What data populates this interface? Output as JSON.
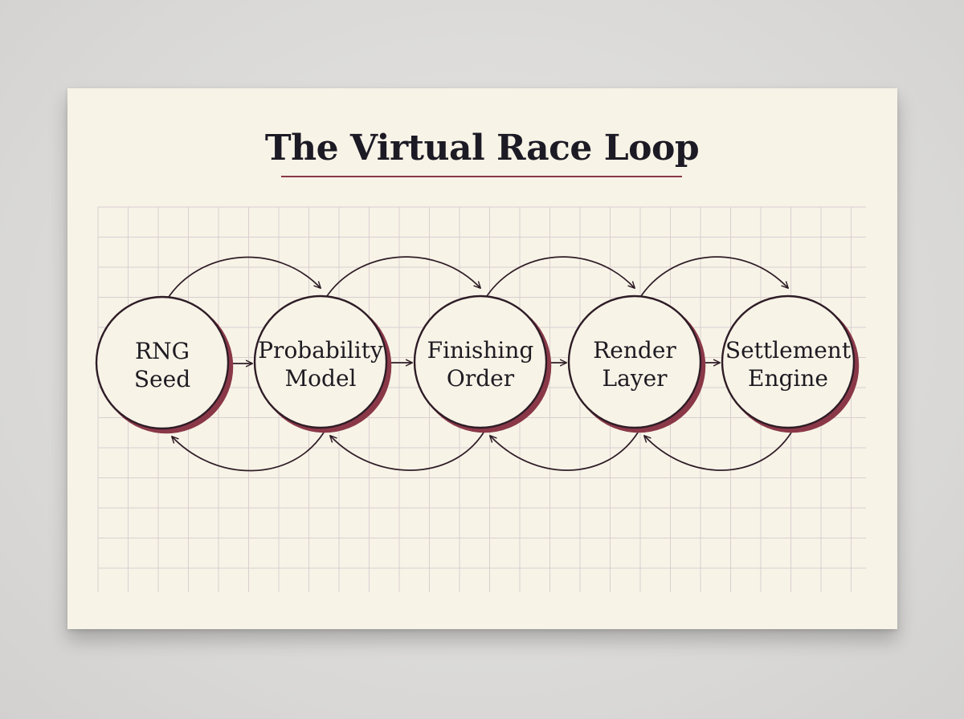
{
  "title": "The Virtual Race Loop",
  "colors": {
    "background": "#dddcdb",
    "card": "#f7f3e7",
    "grid": "#d9cfd0",
    "ink": "#2e1c26",
    "accent": "#8a3848",
    "text": "#1e1b22"
  },
  "nodes": [
    {
      "id": "rng",
      "lines": [
        "RNG",
        "Seed"
      ]
    },
    {
      "id": "probability",
      "lines": [
        "Probability",
        "Model"
      ]
    },
    {
      "id": "finishing",
      "lines": [
        "Finishing",
        "Order"
      ]
    },
    {
      "id": "render",
      "lines": [
        "Render",
        "Layer"
      ]
    },
    {
      "id": "settlement",
      "lines": [
        "Settlement",
        "Engine"
      ]
    }
  ],
  "edges": [
    {
      "from": "rng",
      "to": "probability",
      "type": "straight"
    },
    {
      "from": "probability",
      "to": "finishing",
      "type": "straight"
    },
    {
      "from": "finishing",
      "to": "render",
      "type": "straight"
    },
    {
      "from": "render",
      "to": "settlement",
      "type": "straight"
    },
    {
      "from": "rng",
      "to": "probability",
      "type": "arc-top"
    },
    {
      "from": "probability",
      "to": "finishing",
      "type": "arc-top"
    },
    {
      "from": "finishing",
      "to": "render",
      "type": "arc-top"
    },
    {
      "from": "render",
      "to": "settlement",
      "type": "arc-top"
    },
    {
      "from": "probability",
      "to": "rng",
      "type": "arc-bottom"
    },
    {
      "from": "finishing",
      "to": "probability",
      "type": "arc-bottom"
    },
    {
      "from": "render",
      "to": "finishing",
      "type": "arc-bottom"
    },
    {
      "from": "settlement",
      "to": "render",
      "type": "arc-bottom"
    }
  ]
}
